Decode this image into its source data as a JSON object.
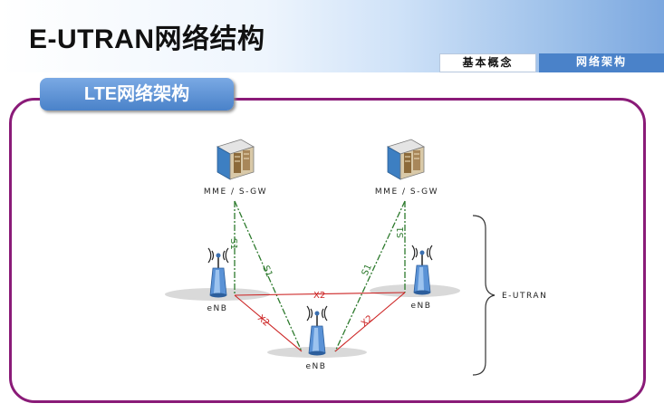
{
  "header": {
    "title": "E-UTRAN网络结构"
  },
  "nav": {
    "tabs": [
      {
        "label": "基本概念"
      },
      {
        "label": "网络架构"
      }
    ]
  },
  "section": {
    "label": "LTE网络架构"
  },
  "diagram": {
    "mme_left": "MME / S-GW",
    "mme_right": "MME / S-GW",
    "enb_left": "eNB",
    "enb_right": "eNB",
    "enb_bottom": "eNB",
    "x2_top": "X2",
    "x2_left": "X2",
    "x2_right": "X2",
    "s1_a": "S1",
    "s1_b": "S1",
    "s1_c": "S1",
    "s1_d": "S1",
    "eutran": "E-UTRAN"
  },
  "colors": {
    "s1_line": "#2d7a2d",
    "x2_line": "#cc2222",
    "frame": "#8a1b78",
    "accent": "#4a82c9"
  }
}
